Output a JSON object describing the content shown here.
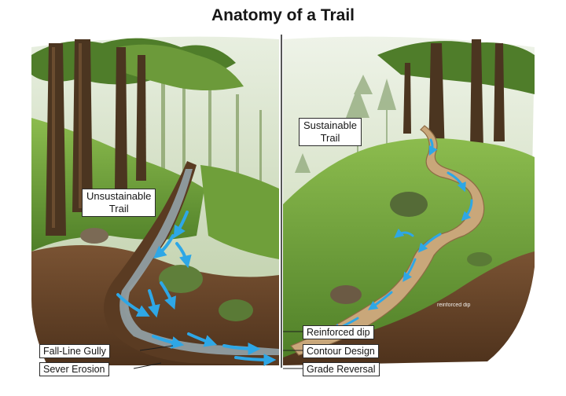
{
  "title": "Anatomy of a Trail",
  "left_panel": {
    "main_label": [
      "Unsustainable",
      "Trail"
    ],
    "callouts": [
      "Fall-Line Gully",
      "Sever Erosion"
    ]
  },
  "right_panel": {
    "main_label": [
      "Sustainable",
      "Trail"
    ],
    "callouts": [
      "Reinforced dip",
      "Contour Design",
      "Grade Reversal"
    ],
    "small_scribble": "reinforced dip"
  },
  "colors": {
    "forest_dark": "#2f4a1c",
    "forest_light": "#7fae45",
    "soil": "#6e4a2c",
    "trail_tread": "#c9a77a",
    "water_arrows": "#2ea7e6"
  }
}
